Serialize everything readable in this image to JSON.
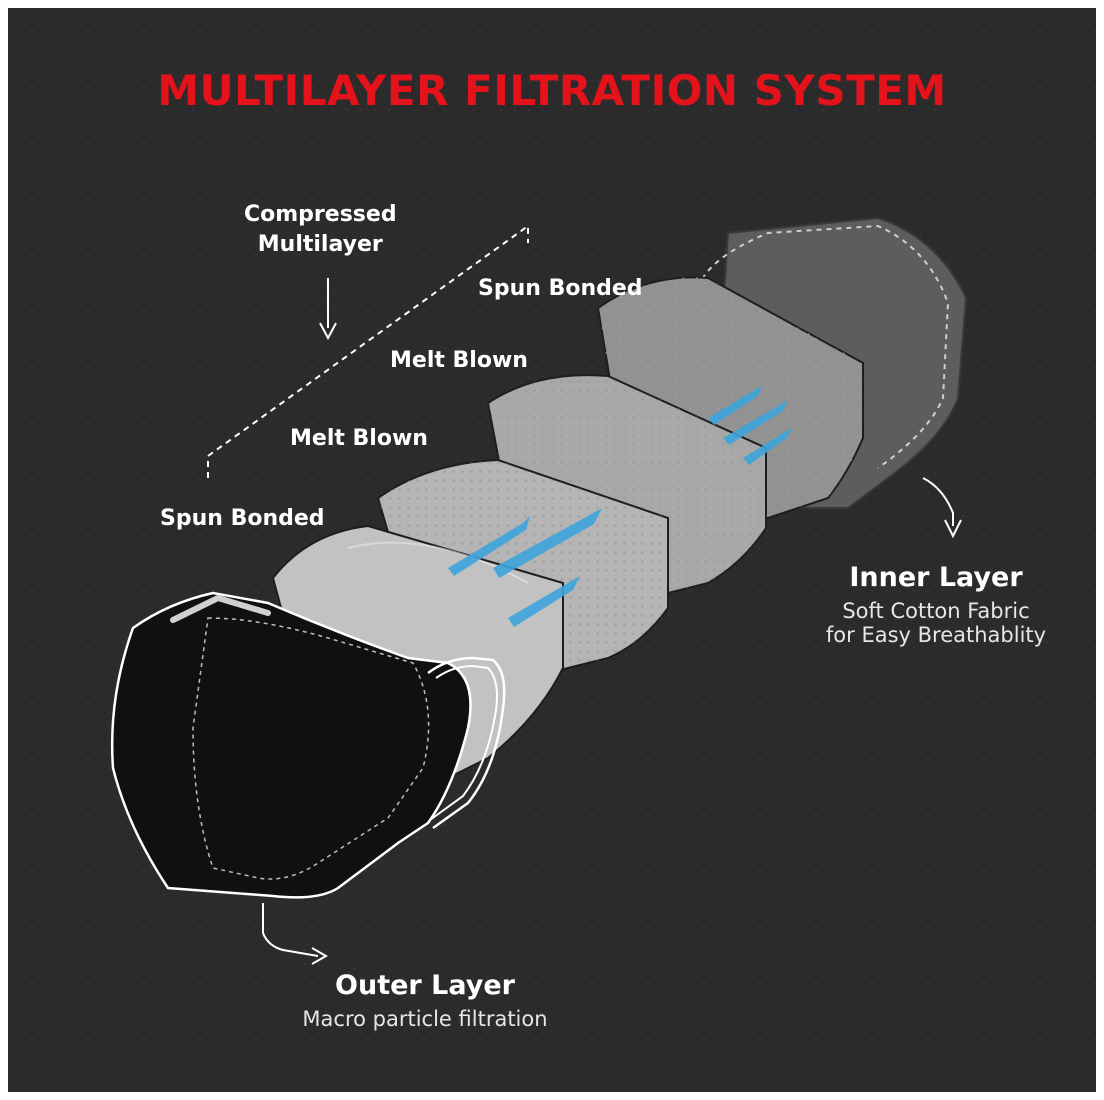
{
  "title": "MULTILAYER FILTRATION SYSTEM",
  "compressed": {
    "line1": "Compressed",
    "line2": "Multilayer"
  },
  "layers": [
    {
      "label": "Spun Bonded"
    },
    {
      "label": "Melt Blown"
    },
    {
      "label": "Melt Blown"
    },
    {
      "label": "Spun Bonded"
    }
  ],
  "inner_layer": {
    "title": "Inner Layer",
    "desc_line1": "Soft Cotton Fabric",
    "desc_line2": "for Easy Breathablity"
  },
  "outer_layer": {
    "title": "Outer Layer",
    "desc": "Macro particle filtration"
  },
  "colors": {
    "title": "#e3121b",
    "background": "#2b2b2b",
    "airflow": "#3fa4dc"
  }
}
